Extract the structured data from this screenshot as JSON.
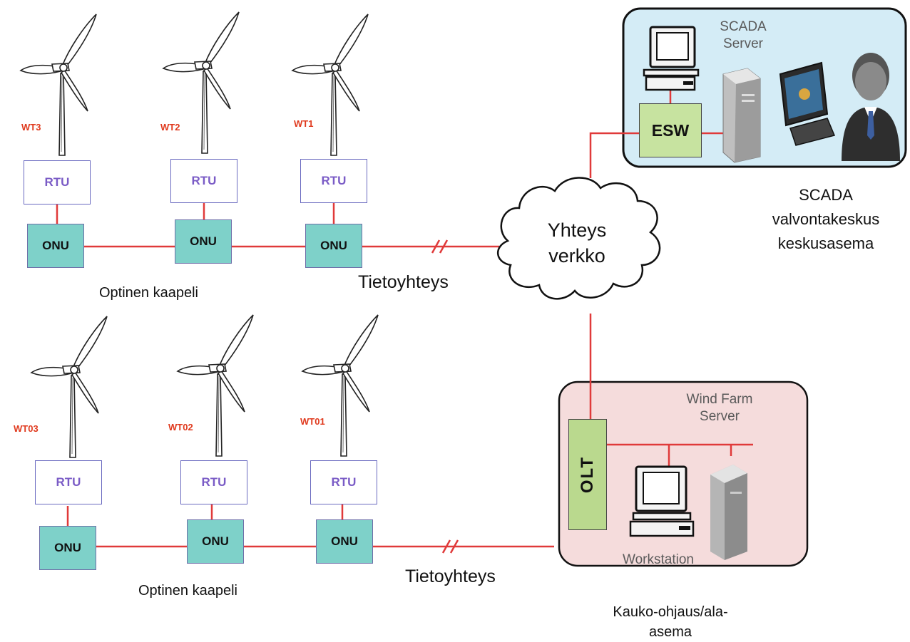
{
  "top_row": {
    "turbines": [
      {
        "label": "WT3",
        "rtu": "RTU",
        "onu": "ONU"
      },
      {
        "label": "WT2",
        "rtu": "RTU",
        "onu": "ONU"
      },
      {
        "label": "WT1",
        "rtu": "RTU",
        "onu": "ONU"
      }
    ],
    "cable_label": "Optinen kaapeli",
    "link_label": "Tietoyhteys"
  },
  "bottom_row": {
    "turbines": [
      {
        "label": "WT03",
        "rtu": "RTU",
        "onu": "ONU"
      },
      {
        "label": "WT02",
        "rtu": "RTU",
        "onu": "ONU"
      },
      {
        "label": "WT01",
        "rtu": "RTU",
        "onu": "ONU"
      }
    ],
    "cable_label": "Optinen kaapeli",
    "link_label": "Tietoyhteys"
  },
  "cloud": {
    "line1": "Yhteys",
    "line2": "verkko"
  },
  "scada": {
    "server_line1": "SCADA",
    "server_line2": "Server",
    "switch": "ESW",
    "caption_line1": "SCADA",
    "caption_line2": "valvontakeskus",
    "caption_line3": "keskusasema"
  },
  "windfarm": {
    "server_line1": "Wind Farm",
    "server_line2": "Server",
    "olt": "OLT",
    "workstation": "Workstation",
    "caption_line1": "Kauko-ohjaus/ala-",
    "caption_line2": "asema"
  },
  "colors": {
    "link": "#e03a3a",
    "onu_fill": "#7ed1c9",
    "scada_panel": "#d4ecf6",
    "windfarm_panel": "#f5dcdc",
    "esw_fill": "#c7e3a0",
    "olt_fill": "#bad98e",
    "turbine_label": "#e03a1e",
    "rtu_text": "#7a5bc6"
  },
  "icons": [
    "wind-turbine-icon",
    "computer-icon",
    "server-tower-icon",
    "touch-monitor-icon",
    "user-avatar-icon",
    "cloud-icon"
  ]
}
